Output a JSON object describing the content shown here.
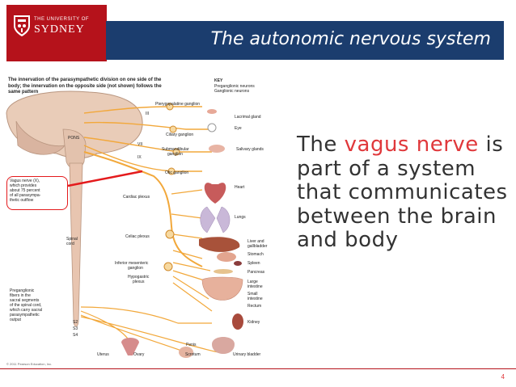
{
  "logo": {
    "line1": "THE UNIVERSITY OF",
    "line2": "SYDNEY"
  },
  "title": "The autonomic nervous system",
  "figure": {
    "caption": "The innervation of the parasympathetic division on one side of the body; the innervation on the opposite side (not shown) follows the same pattern",
    "key_title": "KEY",
    "key_pre": "Preganglionic neurons",
    "key_post": "Ganglionic neurons",
    "labels": {
      "pterygopalatine": "Pterygopalatine ganglion",
      "iii": "III",
      "lacrimal": "Lacrimal gland",
      "eye": "Eye",
      "ciliary": "Ciliary ganglion",
      "pons": "PONS",
      "vii": "VII",
      "submandibular_1": "Submandibular",
      "submandibular_2": "ganglion",
      "ix": "IX",
      "salivary": "Salivary glands",
      "otic": "Otic ganglion",
      "heart": "Heart",
      "cardiac": "Cardiac plexus",
      "lungs": "Lungs",
      "celiac": "Celiac plexus",
      "liver_1": "Liver and",
      "liver_2": "gallbladder",
      "stomach": "Stomach",
      "spinal_1": "Spinal",
      "spinal_2": "cord",
      "spleen": "Spleen",
      "pancreas": "Pancreas",
      "inf_mes_1": "Inferior mesenteric",
      "inf_mes_2": "ganglion",
      "hypo_1": "Hypogastric",
      "hypo_2": "plexus",
      "large_1": "Large",
      "large_2": "intestine",
      "small_1": "Small",
      "small_2": "intestine",
      "rectum": "Rectum",
      "pregang_1": "Preganglionic",
      "pregang_2": "fibers in the",
      "pregang_3": "sacral segments",
      "pregang_4": "of the spinal cord,",
      "pregang_5": "which carry sacral",
      "pregang_6": "parasympathetic",
      "pregang_7": "output",
      "s2": "S2",
      "s3": "S3",
      "s4": "S4",
      "kidney": "Kidney",
      "uterus": "Uterus",
      "ovary": "Ovary",
      "penis": "Penis",
      "scrotum": "Scrotum",
      "bladder": "Urinary bladder"
    },
    "vagus_box": {
      "l1": "Vagus nerve (X),",
      "l2": "which provides",
      "l3": "about 75 percent",
      "l4": "of all parasympa-",
      "l5": "thetic outflow"
    },
    "copyright": "© 2011 Pearson Education, Inc."
  },
  "body": {
    "t1": "The ",
    "highlight": "vagus nerve",
    "t2": " is part of a system that communicates between the brain and body"
  },
  "page_number": "4",
  "colors": {
    "brand_red": "#b5121b",
    "title_blue": "#1b3d6e",
    "highlight": "#e0383b",
    "nerve": "#f2a83b",
    "box": "#e41a1c"
  }
}
